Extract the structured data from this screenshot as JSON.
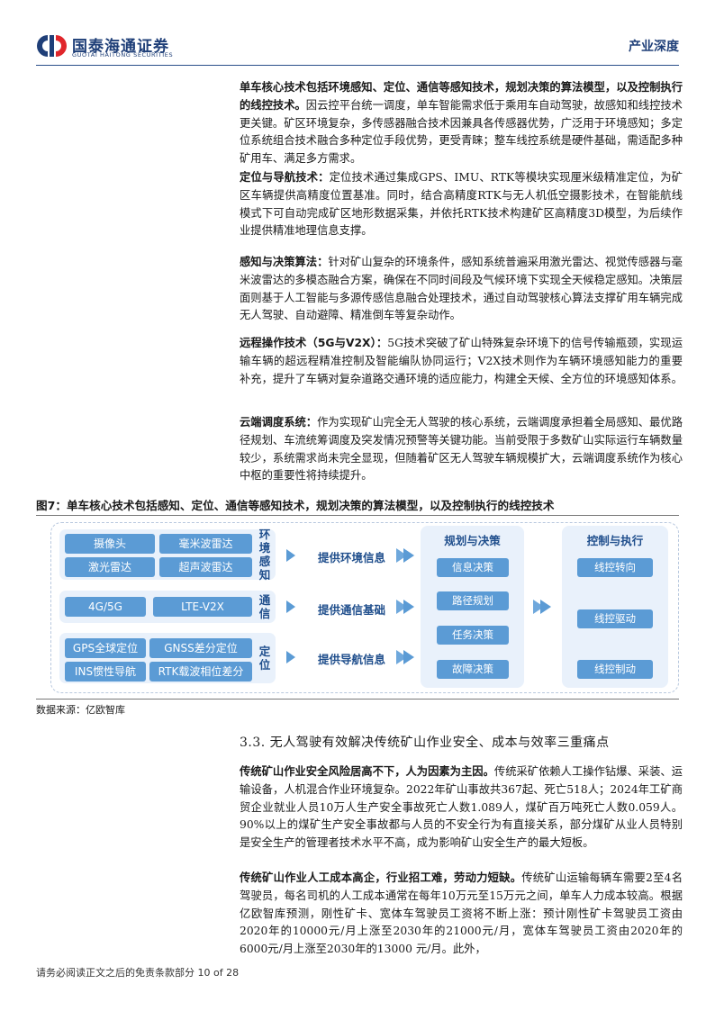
{
  "header": {
    "brand_cn": "国泰海通证券",
    "brand_en": "GUOTAI HAITONG SECURITIES",
    "report_type": "产业深度"
  },
  "paragraphs": [
    {
      "lead": "单车核心技术包括环境感知、定位、通信等感知技术，规划决策的算法模型，以及控制执行的线控技术。",
      "body": "因云控平台统一调度，单车智能需求低于乘用车自动驾驶，故感知和线控技术更关键。矿区环境复杂，多传感器融合技术因兼具各传感器优势，广泛用于环境感知；多定位系统组合技术融合多种定位手段优势，更受青睐；整车线控系统是硬件基础，需适配多种矿用车、满足多方需求。"
    },
    {
      "lead": "定位与导航技术：",
      "body": "定位技术通过集成GPS、IMU、RTK等模块实现厘米级精准定位，为矿区车辆提供高精度位置基准。同时，结合高精度RTK与无人机低空摄影技术，在智能航线模式下可自动完成矿区地形数据采集，并依托RTK技术构建矿区高精度3D模型，为后续作业提供精准地理信息支撑。"
    },
    {
      "lead": "感知与决策算法：",
      "body": "针对矿山复杂的环境条件，感知系统普遍采用激光雷达、视觉传感器与毫米波雷达的多模态融合方案，确保在不同时间段及气候环境下实现全天候稳定感知。决策层面则基于人工智能与多源传感信息融合处理技术，通过自动驾驶核心算法支撑矿用车辆完成无人驾驶、自动避障、精准倒车等复杂动作。"
    },
    {
      "lead": "远程操作技术（5G与V2X）：",
      "body": "5G技术突破了矿山特殊复杂环境下的信号传输瓶颈，实现运输车辆的超远程精准控制及智能编队协同运行；V2X技术则作为车辆环境感知能力的重要补充，提升了车辆对复杂道路交通环境的适应能力，构建全天候、全方位的环境感知体系。"
    },
    {
      "lead": "云端调度系统：",
      "body": "作为实现矿山完全无人驾驶的核心系统，云端调度承担着全局感知、最优路径规划、车流统筹调度及突发情况预警等关键功能。当前受限于多数矿山实际运行车辆数量较少，系统需求尚未完全显现，但随着矿区无人驾驶车辆规模扩大，云端调度系统作为核心中枢的重要性将持续提升。"
    }
  ],
  "figure": {
    "caption": "图7：单车核心技术包括感知、定位、通信等感知技术，规划决策的算法模型，以及控制执行的线控技术",
    "rows": [
      {
        "label": "环境感知",
        "chips": [
          "摄像头",
          "毫米波雷达",
          "激光雷达",
          "超声波雷达"
        ],
        "arrow": "提供环境信息"
      },
      {
        "label": "通信",
        "chips": [
          "4G/5G",
          "LTE-V2X"
        ],
        "arrow": "提供通信基础"
      },
      {
        "label": "定位",
        "chips": [
          "GPS全球定位",
          "GNSS差分定位",
          "INS惯性导航",
          "RTK载波相位差分"
        ],
        "arrow": "提供导航信息"
      }
    ],
    "planning": {
      "title": "规划与决策",
      "items": [
        "信息决策",
        "路径规划",
        "任务决策",
        "故障决策"
      ]
    },
    "control": {
      "title": "控制与执行",
      "items": [
        "线控转向",
        "线控驱动",
        "线控制动"
      ]
    },
    "source": "数据来源：亿欧智库"
  },
  "section": {
    "title": "3.3. 无人驾驶有效解决传统矿山作业安全、成本与效率三重痛点",
    "paragraphs": [
      {
        "lead": "传统矿山作业安全风险居高不下，人为因素为主因。",
        "body": "传统采矿依赖人工操作钻爆、采装、运输设备，人机混合作业环境复杂。2022年矿山事故共367起、死亡518人；2024年工矿商贸企业就业人员10万人生产安全事故死亡人数1.089人，煤矿百万吨死亡人数0.059人。90%以上的煤矿生产安全事故都与人员的不安全行为有直接关系，部分煤矿从业人员特别是安全生产的管理者技术水平不高，成为影响矿山安全生产的最大短板。"
      },
      {
        "lead": "传统矿山作业人工成本高企，行业招工难，劳动力短缺。",
        "body": "传统矿山运输每辆车需要2至4名驾驶员，每名司机的人工成本通常在每年10万元至15万元之间，单车人力成本较高。根据亿欧智库预测，刚性矿卡、宽体车驾驶员工资将不断上涨：预计刚性矿卡驾驶员工资由2020年的10000元/月上涨至2030年的21000元/月，宽体车驾驶员工资由2020年的6000元/月上涨至2030年的13000 元/月。此外，"
      }
    ]
  },
  "footer": {
    "disclaimer": "请务必阅读正文之后的免责条款部分 10 of 28"
  },
  "colors": {
    "brand": "#1f3f78",
    "chip": "#5b9bd5",
    "panel": "#e9f1fb"
  }
}
